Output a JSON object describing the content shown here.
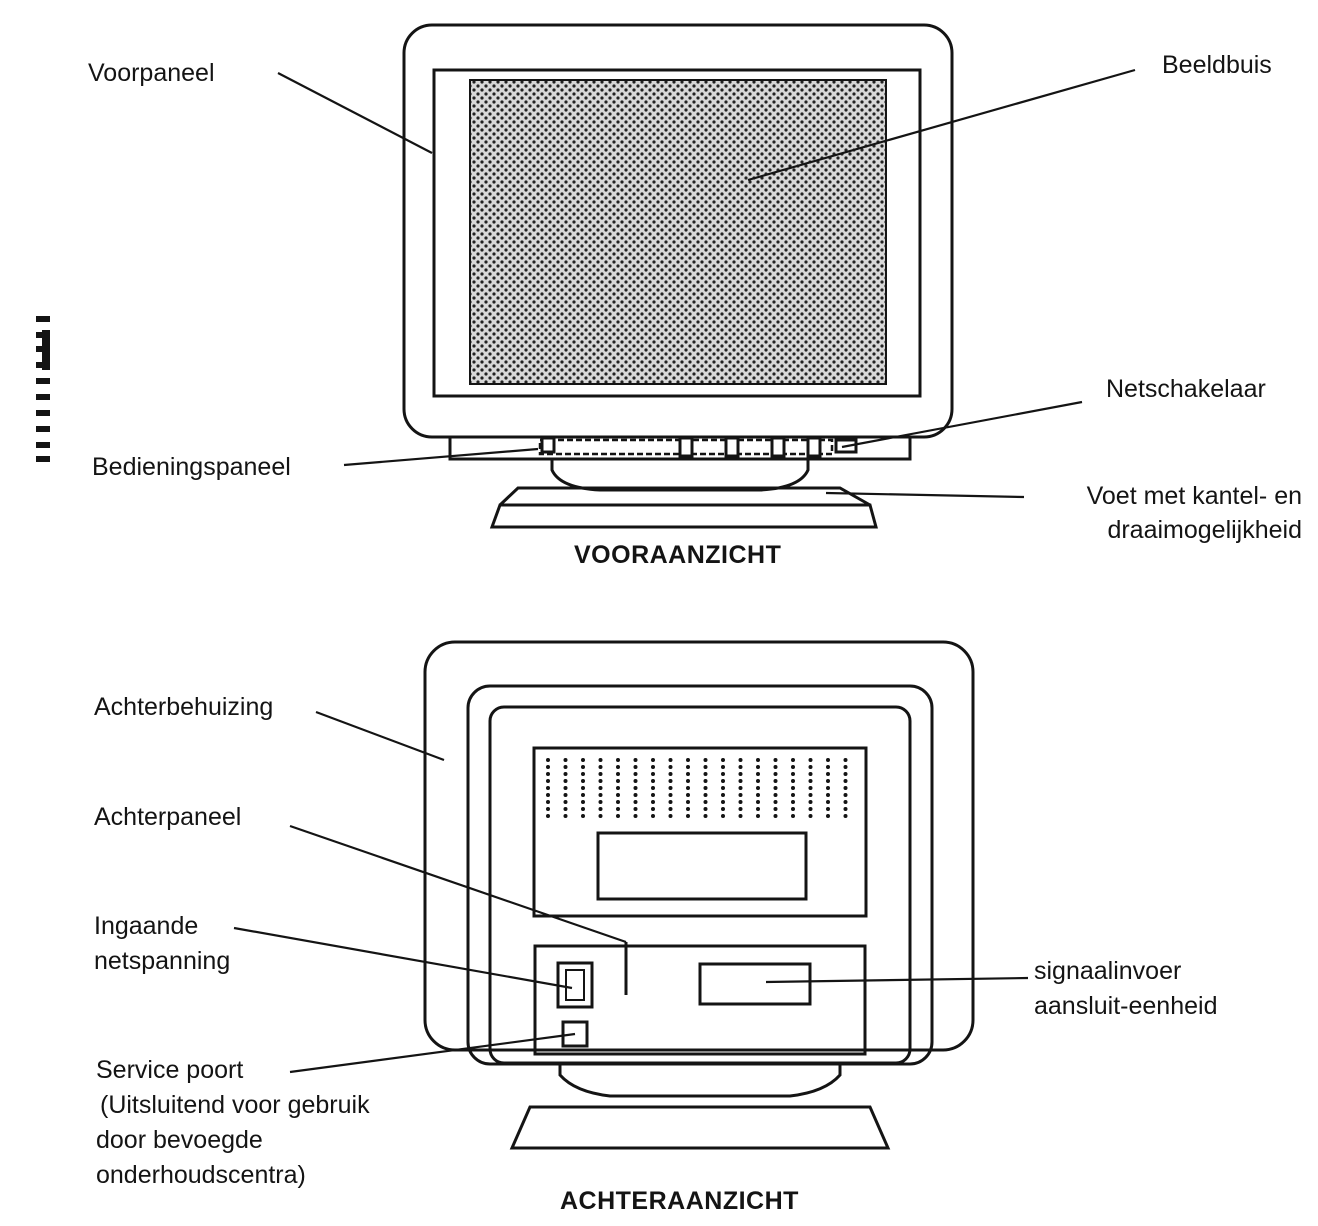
{
  "front_view": {
    "title": "VOORAANZICHT",
    "labels": {
      "voorpaneel": "Voorpaneel",
      "beeldbuis": "Beeldbuis",
      "netschakelaar": "Netschakelaar",
      "bedieningspaneel": "Bedieningspaneel",
      "voet_line1": "Voet met kantel- en",
      "voet_line2": "draaimogelijkheid"
    }
  },
  "rear_view": {
    "title": "ACHTERAANZICHT",
    "labels": {
      "achterbehuizing": "Achterbehuizing",
      "achterpaneel": "Achterpaneel",
      "ingaande_line1": "Ingaande",
      "ingaande_line2": "netspanning",
      "signaal_line1": "signaalinvoer",
      "signaal_line2": "aansluit-eenheid",
      "service_line1": "Service poort",
      "service_line2": "(Uitsluitend voor gebruik",
      "service_line3": "door bevoegde",
      "service_line4": "onderhoudscentra)"
    }
  },
  "colors": {
    "ink": "#141414",
    "paper": "#ffffff"
  }
}
